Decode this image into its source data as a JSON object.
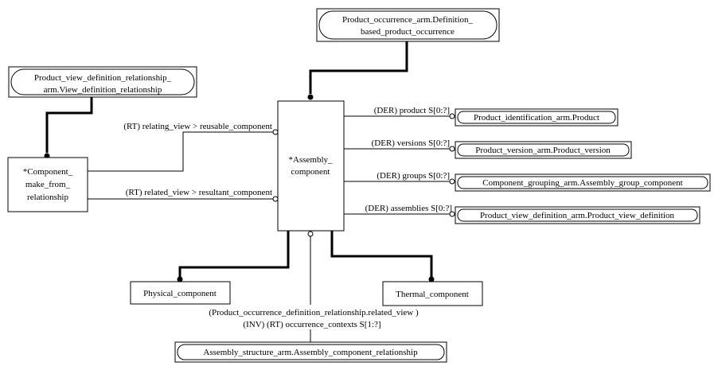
{
  "entities": {
    "definition_based": {
      "line1": "Product_occurrence_arm.Definition_",
      "line2": "based_product_occurrence"
    },
    "pvd_relationship": {
      "line1": "Product_view_definition_relationship_",
      "line2": "arm.View_definition_relationship"
    },
    "component_make_from": {
      "line1": "*Component_",
      "line2": "make_from_",
      "line3": "relationship"
    },
    "assembly_component": {
      "line1": "*Assembly_",
      "line2": "component"
    },
    "product_identification": {
      "label": "Product_identification_arm.Product"
    },
    "product_version": {
      "label": "Product_version_arm.Product_version"
    },
    "component_grouping": {
      "label": "Component_grouping_arm.Assembly_group_component"
    },
    "product_view_definition": {
      "label": "Product_view_definition_arm.Product_view_definition"
    },
    "physical_component": {
      "label": "Physical_component"
    },
    "thermal_component": {
      "label": "Thermal_component"
    },
    "assembly_structure": {
      "label": "Assembly_structure_arm.Assembly_component_relationship"
    }
  },
  "relations": {
    "relating_view": "(RT) relating_view > reusable_component",
    "related_view": "(RT) related_view > resultant_component",
    "product": "(DER) product S[0:?]",
    "versions": "(DER) versions S[0:?]",
    "groups": "(DER) groups S[0:?]",
    "assemblies": "(DER) assemblies S[0:?]",
    "inverse_line1": "(Product_occurrence_definition_relationship.related_view )",
    "inverse_line2": "(INV) (RT) occurrence_contexts S[1:?]"
  }
}
